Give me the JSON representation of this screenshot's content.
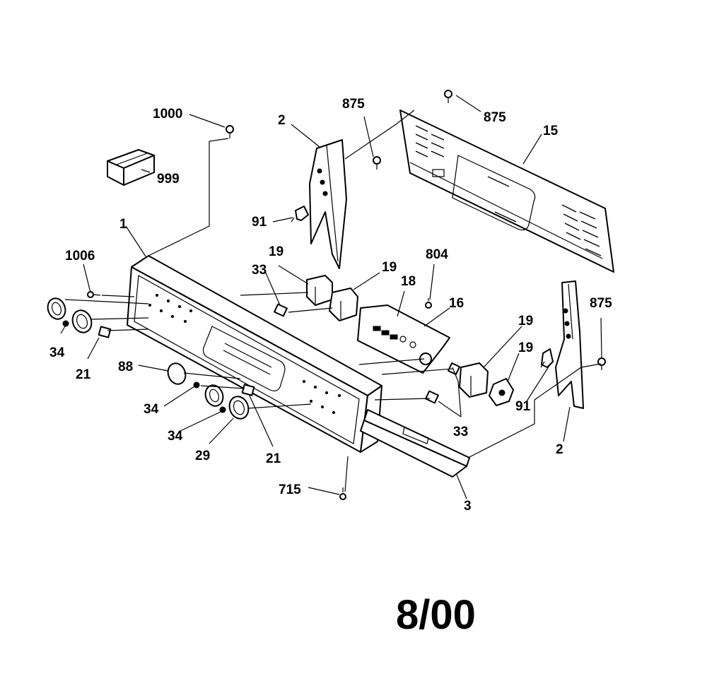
{
  "labels": {
    "p1000": "1000",
    "p999": "999",
    "p2_top": "2",
    "p875_a": "875",
    "p875_b": "875",
    "p875_c": "875",
    "p15": "15",
    "p91_a": "91",
    "p91_b": "91",
    "p1": "1",
    "p1006": "1006",
    "p33_a": "33",
    "p33_b": "33",
    "p19_a": "19",
    "p19_b": "19",
    "p19_c": "19",
    "p19_d": "19",
    "p18": "18",
    "p804": "804",
    "p16": "16",
    "p34_a": "34",
    "p34_b": "34",
    "p34_c": "34",
    "p21_a": "21",
    "p21_b": "21",
    "p88": "88",
    "p29": "29",
    "p715": "715",
    "p3": "3",
    "p2_bottom": "2"
  },
  "revision": "8/00"
}
